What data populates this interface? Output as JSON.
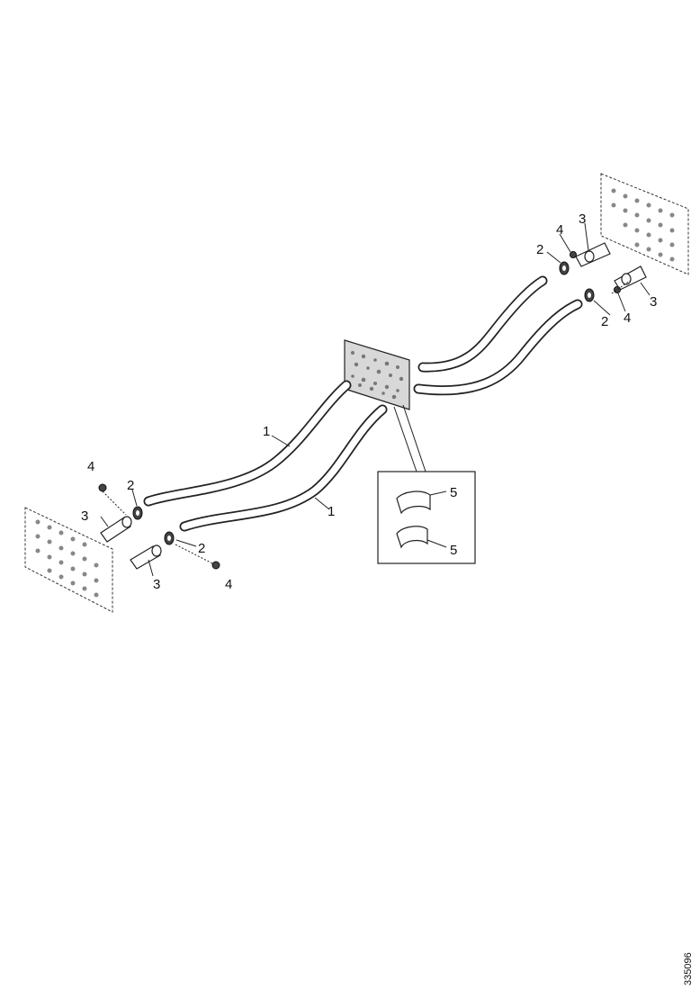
{
  "callouts": {
    "hose": "1",
    "washer": "2",
    "connector": "3",
    "screw": "4",
    "clip": "5"
  },
  "reference_number": "335096"
}
